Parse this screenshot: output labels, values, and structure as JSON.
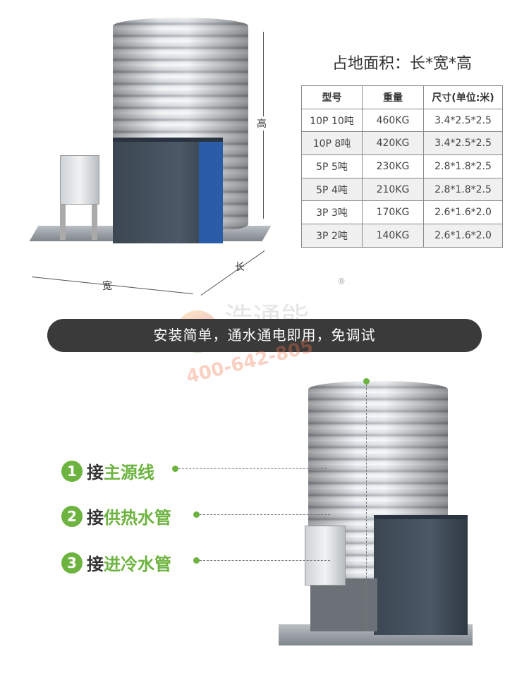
{
  "top": {
    "title": "占地面积：长*宽*高",
    "dimension_labels": {
      "height": "高",
      "width": "宽",
      "length": "长"
    },
    "table": {
      "headers": [
        "型号",
        "重量",
        "尺寸(单位:米)"
      ],
      "rows": [
        [
          "10P 10吨",
          "460KG",
          "3.4*2.5*2.5"
        ],
        [
          "10P 8吨",
          "420KG",
          "3.4*2.5*2.5"
        ],
        [
          "5P 5吨",
          "230KG",
          "2.8*1.8*2.5"
        ],
        [
          "5P 4吨",
          "210KG",
          "2.8*1.8*2.5"
        ],
        [
          "3P 3吨",
          "170KG",
          "2.6*1.6*2.0"
        ],
        [
          "3P 2吨",
          "140KG",
          "2.6*1.6*2.0"
        ]
      ]
    }
  },
  "banner": {
    "text": "安装简单，通水通电即用，免调试"
  },
  "watermark": {
    "brand": "浩通能",
    "registered": "®",
    "phone": "400-642-805"
  },
  "callouts": [
    {
      "number": "1",
      "verb": "接",
      "object": "主源线"
    },
    {
      "number": "2",
      "verb": "接",
      "object": "供热水管"
    },
    {
      "number": "3",
      "verb": "接",
      "object": "进冷水管"
    }
  ],
  "colors": {
    "accent": "#6cb33f",
    "banner": "#3a3a3a"
  }
}
